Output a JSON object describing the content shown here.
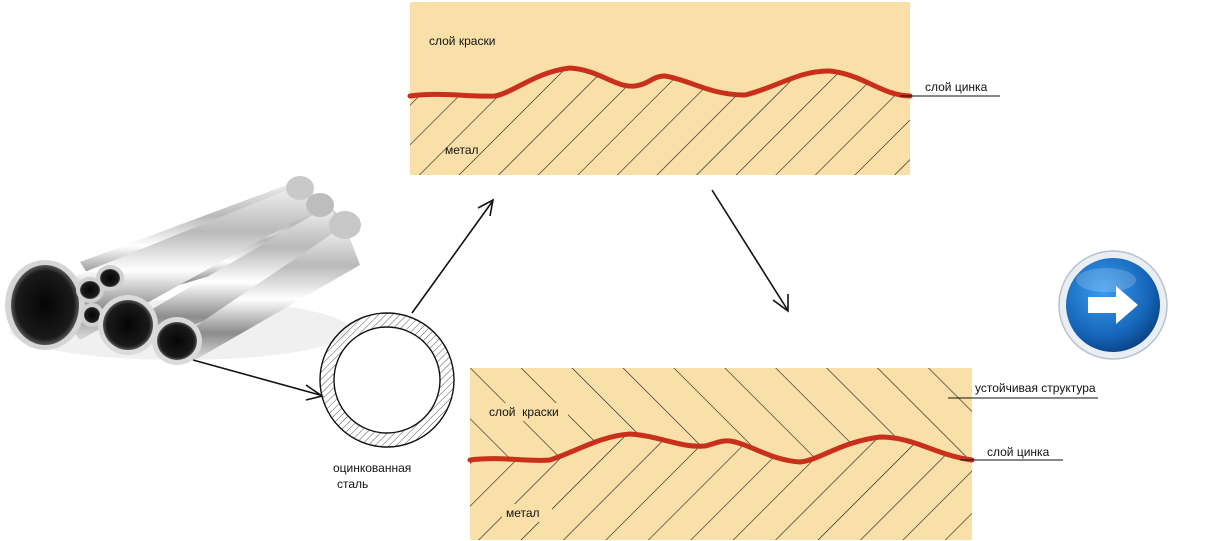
{
  "panel_top": {
    "paint_label": "слой краски",
    "zinc_label": "слой цинка",
    "metal_label": "метал"
  },
  "panel_bottom": {
    "paint_label": "слой  краски",
    "zinc_label": "слой цинка",
    "metal_label": "метал",
    "structure_label": "устойчивая структура"
  },
  "pipe_section": {
    "label_line1": "оцинкованная",
    "label_line2": "сталь"
  },
  "nav_button": {
    "icon": "arrow-right-icon"
  },
  "colors": {
    "background": "#ffffff",
    "panel_fill": "#f9e0a8",
    "zinc_layer": "#c8301c",
    "hatch": "#1a1a1a",
    "nav_button": "#1b6fc4"
  }
}
